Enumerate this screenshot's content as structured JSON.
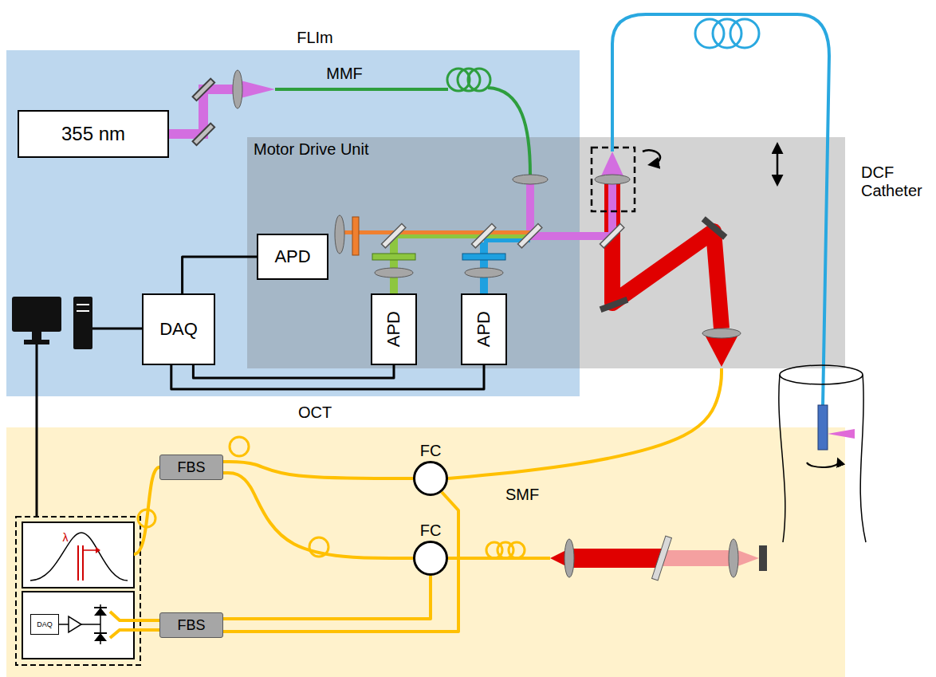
{
  "diagram": {
    "nodes": [
      {
        "text": [
          "FLIm"
        ]
      },
      {
        "text": [
          "355 nm"
        ],
        "in": 0
      },
      {
        "text": [
          "Motor Drive Unit"
        ]
      },
      {
        "text": [
          "APD"
        ],
        "in": 2
      },
      {
        "text": [
          "APD"
        ],
        "in": 2
      },
      {
        "text": [
          "APD"
        ],
        "in": 2
      },
      {
        "text": [
          "DAQ"
        ],
        "in": 0
      },
      {
        "text": [
          "OCT"
        ]
      },
      {
        "text": [
          "FBS"
        ],
        "in": 7
      },
      {
        "text": [
          "FC"
        ],
        "in": 7
      },
      {
        "text": [
          "FC"
        ],
        "in": 7
      },
      {
        "text": [
          "FBS"
        ],
        "in": 7
      },
      {
        "text": [
          "DAQ"
        ],
        "in": 7
      }
    ],
    "edges": [
      {
        "from": 6,
        "to": 3,
        "arrow": "none"
      },
      {
        "from": 6,
        "to": 4,
        "arrow": "none"
      },
      {
        "from": 6,
        "to": 5,
        "arrow": "none"
      },
      {
        "from": 8,
        "to": 9,
        "arrow": "none"
      },
      {
        "from": 8,
        "to": 10,
        "arrow": "none"
      },
      {
        "from": 10,
        "to": 11,
        "arrow": "none"
      },
      {
        "from": 9,
        "to": 11,
        "arrow": "none"
      },
      {
        "from": 9,
        "to": 2,
        "arrow": "none"
      }
    ],
    "labels": [
      "MMF",
      "DCF Catheter",
      "SMF",
      "λ"
    ]
  }
}
